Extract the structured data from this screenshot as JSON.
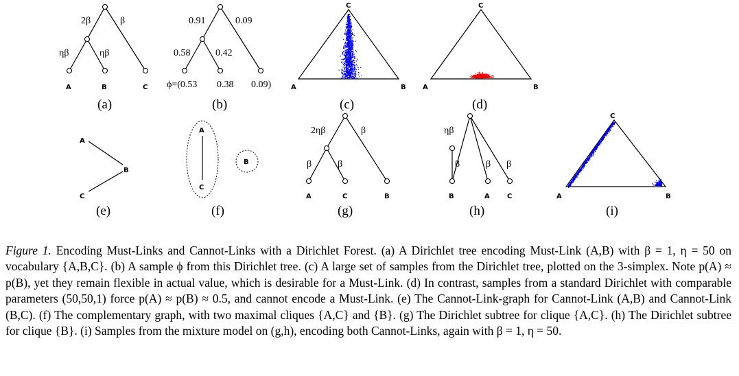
{
  "panels": {
    "a": {
      "sublabel": "(a)",
      "edge_labels": [
        "2β",
        "β",
        "ηβ",
        "ηβ"
      ],
      "leaves": [
        "A",
        "B",
        "C"
      ]
    },
    "b": {
      "sublabel": "(b)",
      "edge_labels": [
        "0.91",
        "0.09",
        "0.58",
        "0.42"
      ],
      "phi_line": [
        "ϕ=(0.53",
        "0.38",
        "0.09)"
      ]
    },
    "c": {
      "sublabel": "(c)",
      "vertices": [
        "A",
        "B",
        "C"
      ],
      "point_color": "#0000ee"
    },
    "d": {
      "sublabel": "(d)",
      "vertices": [
        "A",
        "B",
        "C"
      ],
      "point_color": "#ee0000"
    },
    "e": {
      "sublabel": "(e)",
      "nodes": [
        "A",
        "B",
        "C"
      ]
    },
    "f": {
      "sublabel": "(f)",
      "nodes": [
        "A",
        "C",
        "B"
      ]
    },
    "g": {
      "sublabel": "(g)",
      "edge_labels": [
        "2ηβ",
        "β",
        "β",
        "β"
      ],
      "leaves": [
        "A",
        "C",
        "B"
      ]
    },
    "h": {
      "sublabel": "(h)",
      "edge_labels": [
        "ηβ",
        "β",
        "β",
        "β"
      ],
      "leaves": [
        "B",
        "A",
        "C"
      ]
    },
    "i": {
      "sublabel": "(i)",
      "vertices": [
        "A",
        "B",
        "C"
      ],
      "point_color": "#0000ee"
    }
  },
  "caption": {
    "figure_label": "Figure 1.",
    "text": " Encoding Must-Links and Cannot-Links with a Dirichlet Forest. (a) A Dirichlet tree encoding Must-Link (A,B) with β = 1, η = 50 on vocabulary {A,B,C}. (b) A sample ϕ from this Dirichlet tree. (c) A large set of samples from the Dirichlet tree, plotted on the 3-simplex. Note p(A) ≈ p(B), yet they remain flexible in actual value, which is desirable for a Must-Link. (d) In contrast, samples from a standard Dirichlet with comparable parameters (50,50,1) force p(A) ≈ p(B) ≈ 0.5, and cannot encode a Must-Link. (e) The Cannot-Link-graph for Cannot-Link (A,B) and Cannot-Link (B,C). (f) The complementary graph, with two maximal cliques {A,C} and {B}. (g) The Dirichlet subtree for clique {A,C}. (h) The Dirichlet subtree for clique {B}. (i) Samples from the mixture model on (g,h), encoding both Cannot-Links, again with β = 1, η = 50."
  }
}
